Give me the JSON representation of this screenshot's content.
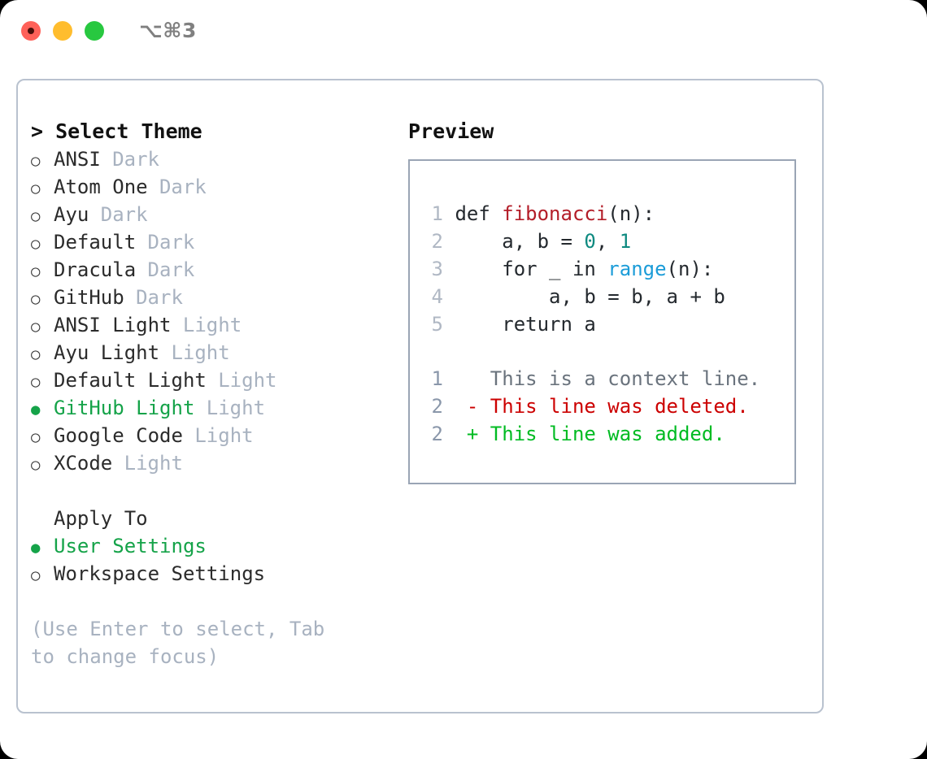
{
  "window": {
    "title_shortcut": "⌥⌘3",
    "traffic_lights": [
      {
        "name": "close",
        "color": "#ff6159"
      },
      {
        "name": "minimize",
        "color": "#ffbd2e"
      },
      {
        "name": "maximize",
        "color": "#28c840"
      }
    ]
  },
  "colors": {
    "selected_green": "#15a349",
    "muted_gray": "#a8b2c0",
    "text": "#2b2b2b",
    "card_border": "#b9c2cf",
    "preview_border": "#9aa5b5",
    "diff_added": "#00bb22",
    "diff_deleted": "#cc0000",
    "code_function": "#b31d28",
    "code_number": "#0e8a80",
    "code_builtin": "#1b9cd8"
  },
  "left": {
    "heading": "> Select Theme",
    "themes": [
      {
        "marker": "○",
        "name": "ANSI",
        "variant": "Dark",
        "selected": false
      },
      {
        "marker": "○",
        "name": "Atom One",
        "variant": "Dark",
        "selected": false
      },
      {
        "marker": "○",
        "name": "Ayu",
        "variant": "Dark",
        "selected": false
      },
      {
        "marker": "○",
        "name": "Default",
        "variant": "Dark",
        "selected": false
      },
      {
        "marker": "○",
        "name": "Dracula",
        "variant": "Dark",
        "selected": false
      },
      {
        "marker": "○",
        "name": "GitHub",
        "variant": "Dark",
        "selected": false
      },
      {
        "marker": "○",
        "name": "ANSI Light",
        "variant": "Light",
        "selected": false
      },
      {
        "marker": "○",
        "name": "Ayu Light",
        "variant": "Light",
        "selected": false
      },
      {
        "marker": "○",
        "name": "Default Light",
        "variant": "Light",
        "selected": false
      },
      {
        "marker": "●",
        "name": "GitHub Light",
        "variant": "Light",
        "selected": true
      },
      {
        "marker": "○",
        "name": "Google Code",
        "variant": "Light",
        "selected": false
      },
      {
        "marker": "○",
        "name": "XCode",
        "variant": "Light",
        "selected": false
      }
    ],
    "apply_to": {
      "heading": "Apply To",
      "options": [
        {
          "marker": "●",
          "label": "User Settings",
          "selected": true
        },
        {
          "marker": "○",
          "label": "Workspace Settings",
          "selected": false
        }
      ]
    },
    "hint": "(Use Enter to select, Tab to change focus)"
  },
  "right": {
    "heading": "Preview",
    "code": {
      "lines": [
        {
          "n": "1",
          "segments": [
            {
              "text": "def ",
              "type": "plain"
            },
            {
              "text": "fibonacci",
              "type": "func"
            },
            {
              "text": "(n):",
              "type": "plain"
            }
          ]
        },
        {
          "n": "2",
          "segments": [
            {
              "text": "    a, b = ",
              "type": "plain"
            },
            {
              "text": "0",
              "type": "num"
            },
            {
              "text": ", ",
              "type": "plain"
            },
            {
              "text": "1",
              "type": "num"
            }
          ]
        },
        {
          "n": "3",
          "segments": [
            {
              "text": "    for _ in ",
              "type": "plain"
            },
            {
              "text": "range",
              "type": "builtin"
            },
            {
              "text": "(n):",
              "type": "plain"
            }
          ]
        },
        {
          "n": "4",
          "segments": [
            {
              "text": "        a, b = b, a + b",
              "type": "plain"
            }
          ]
        },
        {
          "n": "5",
          "segments": [
            {
              "text": "    return a",
              "type": "plain"
            }
          ]
        }
      ]
    },
    "diff": {
      "lines": [
        {
          "n": "1",
          "sign": " ",
          "text": "This is a context line.",
          "kind": "ctx"
        },
        {
          "n": "2",
          "sign": "-",
          "text": "This line was deleted.",
          "kind": "del"
        },
        {
          "n": "2",
          "sign": "+",
          "text": "This line was added.",
          "kind": "add"
        }
      ]
    }
  }
}
